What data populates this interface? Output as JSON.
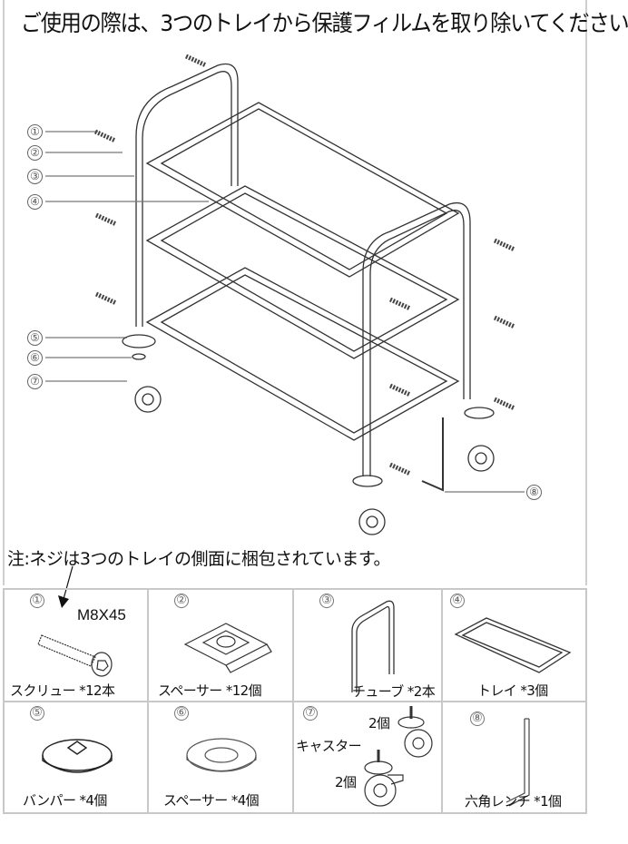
{
  "header": {
    "title": "ご使用の際は、3つのトレイから保護フィルムを取り除いてください"
  },
  "diagram": {
    "callouts": [
      {
        "num": "①",
        "part": "screw"
      },
      {
        "num": "②",
        "part": "spacer-plate"
      },
      {
        "num": "③",
        "part": "tube"
      },
      {
        "num": "④",
        "part": "tray"
      },
      {
        "num": "⑤",
        "part": "bumper"
      },
      {
        "num": "⑥",
        "part": "spacer-washer"
      },
      {
        "num": "⑦",
        "part": "caster"
      },
      {
        "num": "⑧",
        "part": "hex-wrench"
      }
    ]
  },
  "note": "注:ネジは3つのトレイの側面に梱包されています。",
  "parts": [
    {
      "num": "①",
      "label": "スクリュー  *12本",
      "spec": "M8X45"
    },
    {
      "num": "②",
      "label": "スペーサー *12個"
    },
    {
      "num": "③",
      "label": "チューブ *2本"
    },
    {
      "num": "④",
      "label": "トレイ *3個"
    },
    {
      "num": "⑤",
      "label": "バンパー  *4個"
    },
    {
      "num": "⑥",
      "label": "スペーサー  *4個"
    },
    {
      "num": "⑦",
      "label": "キャスター",
      "qty_top": "2個",
      "qty_bottom": "2個"
    },
    {
      "num": "⑧",
      "label": "六角レンチ *1個"
    }
  ]
}
